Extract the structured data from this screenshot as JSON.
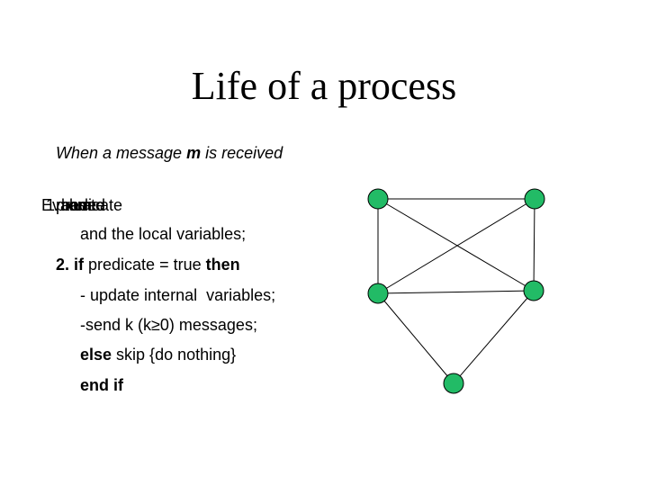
{
  "slide": {
    "title": "Life of a process",
    "subtitle_part1": "When a message ",
    "subtitle_var": "m",
    "subtitle_part2": " is received",
    "overlapping_words": [
      "Evaluate",
      "1.",
      "predicate",
      "based",
      "on",
      "m"
    ],
    "line_local_vars": "and the local variables;",
    "line2_kw_if": "2. if",
    "line2_middle": " predicate = true ",
    "line2_kw_then": "then",
    "line_update": "- update internal  variables;",
    "line_send": "-send k (k≥0) messages;",
    "line_else_kw": "else",
    "line_else_rest": " skip {do nothing}",
    "line_endif": "end if"
  },
  "graph": {
    "node_color": "#22bb66",
    "edge_color": "#000000",
    "nodes": [
      "top-left",
      "top-right",
      "middle-left",
      "middle-right",
      "bottom"
    ]
  }
}
